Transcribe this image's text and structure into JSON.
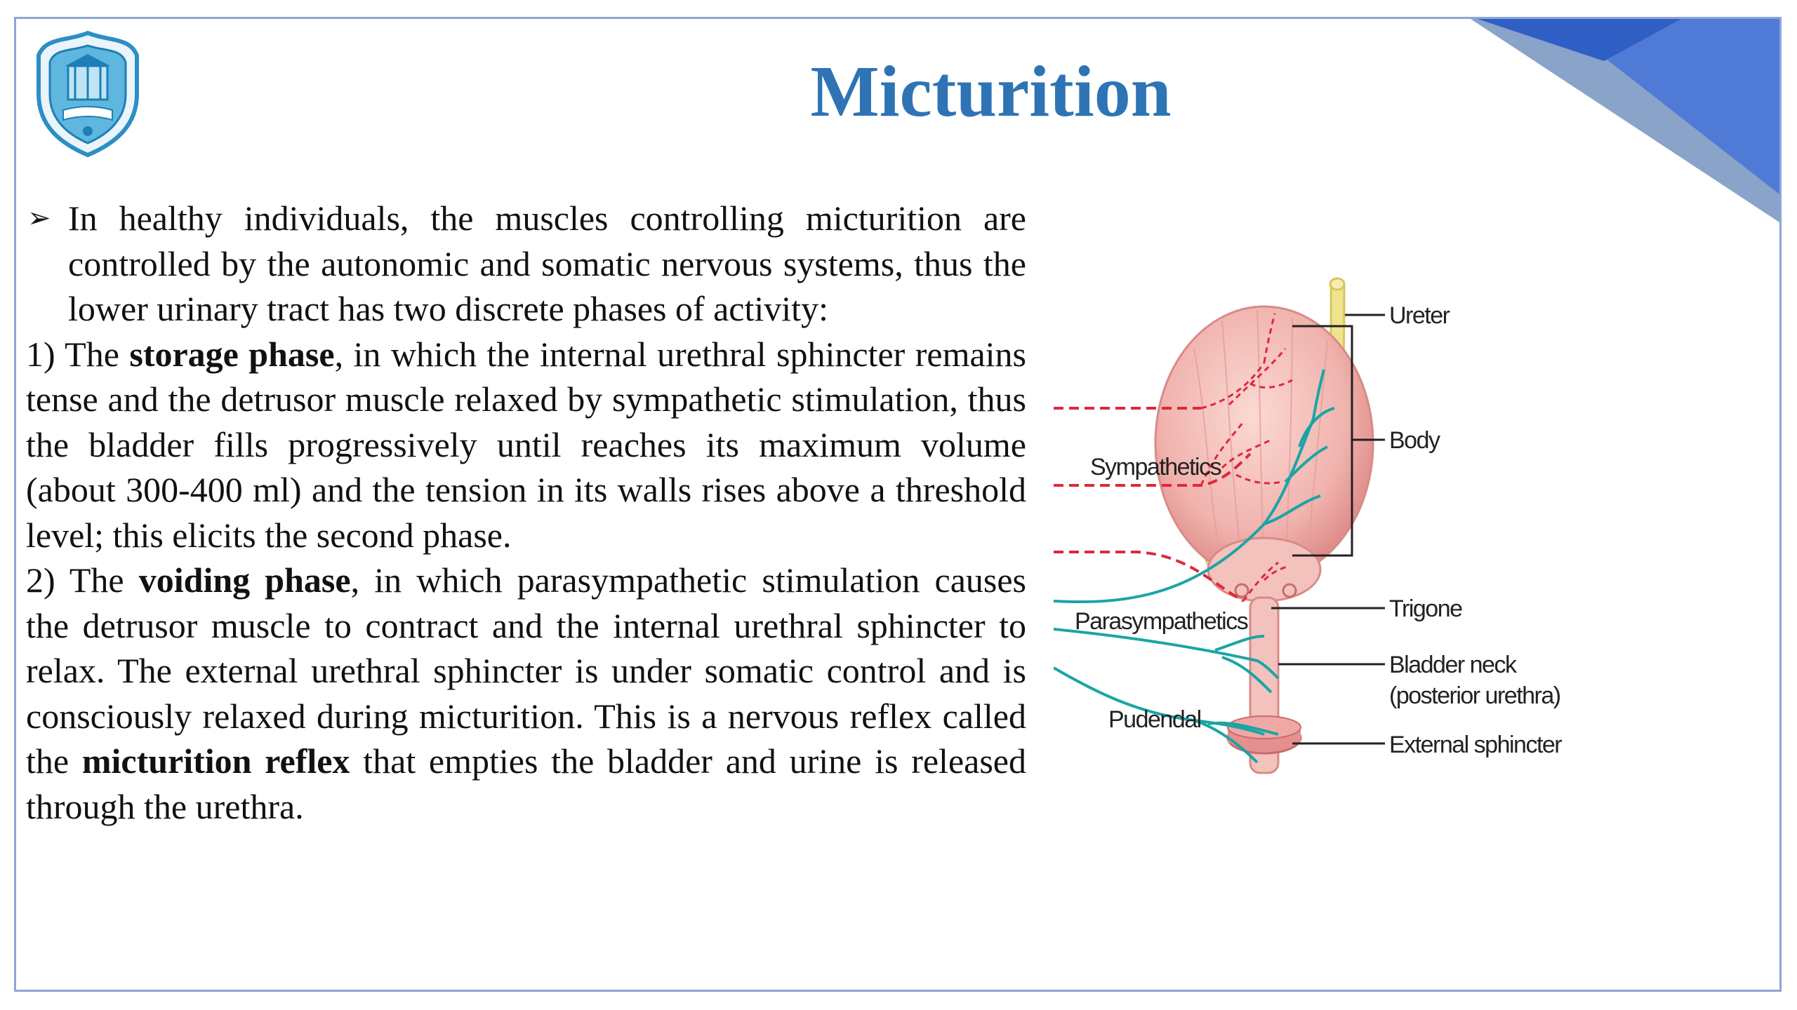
{
  "slide": {
    "title": "Micturition",
    "logo_icon": "university-crest-icon",
    "accent_color": "#2e74b5",
    "corner_colors": [
      "#2f5fc4",
      "#4f7bd6",
      "#8aa3c9"
    ]
  },
  "content": {
    "bullet_icon": "arrowhead-bullet-icon",
    "bullet_text": "In healthy individuals, the muscles controlling micturition are controlled by the autonomic and somatic nervous systems, thus the lower urinary tract has two discrete phases of activity:",
    "storage": {
      "prefix": "1) The ",
      "term": "storage phase",
      "text": ", in which the internal urethral sphincter remains tense and the detrusor muscle relaxed by sympathetic stimulation, thus the bladder fills progressively until reaches its maximum volume (about 300-400 ml) and the tension in its walls rises above a threshold level; this elicits the second phase."
    },
    "voiding": {
      "prefix": "2) The ",
      "term": "voiding phase",
      "text": ", in which parasympathetic stimulation causes the detrusor muscle to contract and the internal urethral sphincter to relax. The external urethral sphincter is under somatic control and is consciously relaxed during micturition. This is a nervous reflex called the ",
      "term2": "micturition reflex",
      "text2": " that empties the bladder and urine is released through the urethra."
    }
  },
  "diagram": {
    "nerve_labels": {
      "sympathetics": "Sympathetics",
      "parasympathetics": "Parasympathetics",
      "pudendal": "Pudendal"
    },
    "structure_labels": {
      "ureter": "Ureter",
      "body": "Body",
      "trigone": "Trigone",
      "bladder_neck": "Bladder neck",
      "bladder_neck_sub": "(posterior urethra)",
      "external_sphincter": "External sphincter"
    },
    "colors": {
      "sympathetic": "#e0283c",
      "parasympathetic": "#1aa5a5",
      "bladder": "#f1b3ae",
      "ureter": "#f0e38e"
    }
  }
}
